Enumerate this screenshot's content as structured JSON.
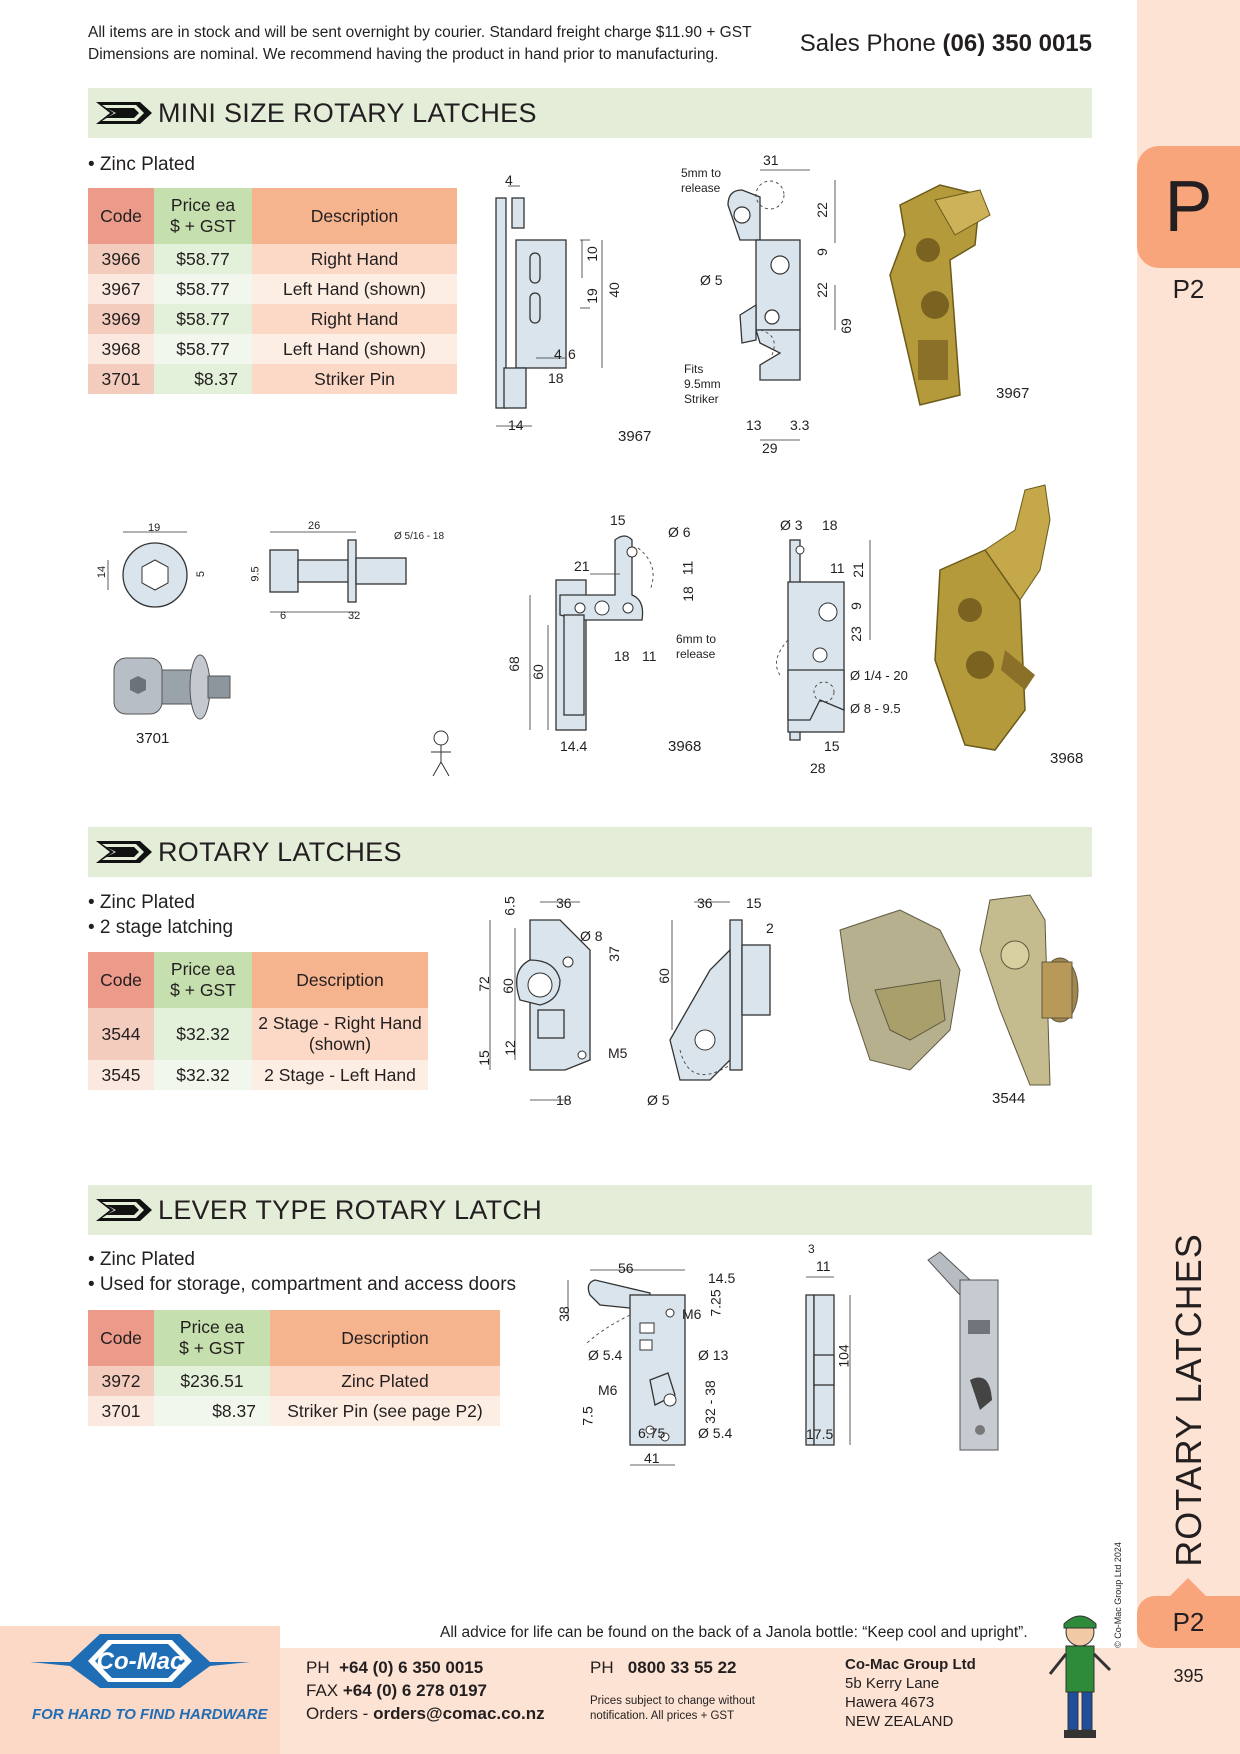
{
  "header": {
    "note_line1": "All items are in stock and will be sent overnight by courier. Standard freight charge $11.90 + GST",
    "note_line2": "Dimensions are nominal. We recommend having the product in hand prior to manufacturing.",
    "sales_label": "Sales Phone",
    "sales_number": "(06) 350 0015"
  },
  "side": {
    "letter": "P",
    "sub": "P2",
    "vertical_title": "ROTARY LATCHES",
    "copyright": "© Co-Mac Group Ltd 2024",
    "bottom_tab": "P2",
    "page_number": "395"
  },
  "table_headers": {
    "code": "Code",
    "price_line1": "Price ea",
    "price_line2": "$ + GST",
    "description": "Description"
  },
  "section1": {
    "title": "MINI SIZE ROTARY LATCHES",
    "bullet1": "• Zinc Plated",
    "rows": [
      {
        "code": "3966",
        "price": "$58.77",
        "desc": "Right Hand"
      },
      {
        "code": "3967",
        "price": "$58.77",
        "desc": "Left Hand (shown)"
      },
      {
        "code": "3969",
        "price": "$58.77",
        "desc": "Right Hand"
      },
      {
        "code": "3968",
        "price": "$58.77",
        "desc": "Left Hand (shown)"
      },
      {
        "code": "3701",
        "price": "$8.37",
        "desc": "Striker Pin"
      }
    ],
    "labels": {
      "d4": "4",
      "d10": "10",
      "d19": "19",
      "d40": "40",
      "d4b": "4",
      "d6": "6",
      "d18": "18",
      "d14": "14",
      "fig3967": "3967",
      "release1": "5mm to",
      "release2": "release",
      "d31": "31",
      "d22": "22",
      "d9": "9",
      "d22b": "22",
      "d69": "69",
      "dia5": "Ø 5",
      "fits1": "Fits",
      "fits2": "9.5mm",
      "fits3": "Striker",
      "d13": "13",
      "d33": "3.3",
      "d29": "29",
      "photo3967": "3967",
      "s19": "19",
      "s14": "14",
      "s5": "5",
      "s26": "26",
      "s516": "Ø 5/16 - 18",
      "s95": "9.5",
      "s6": "6",
      "s32": "32",
      "photo3701": "3701",
      "b15": "15",
      "b6": "Ø 6",
      "b21": "21",
      "b11": "11",
      "b18": "18",
      "b68": "68",
      "b60": "60",
      "b6mm1": "6mm to",
      "b6mm2": "release",
      "b18b": "18",
      "b11b": "11",
      "b144": "14.4",
      "fig3968": "3968",
      "c3": "Ø 3",
      "c18": "18",
      "c11": "11",
      "c21": "21",
      "c9": "9",
      "c23": "23",
      "c14": "Ø 1/4 - 20",
      "c8": "Ø 8 - 9.5",
      "c15": "15",
      "c28": "28",
      "photo3968": "3968"
    }
  },
  "section2": {
    "title": "ROTARY LATCHES",
    "bullet1": "• Zinc Plated",
    "bullet2": "• 2 stage latching",
    "rows": [
      {
        "code": "3544",
        "price": "$32.32",
        "desc1": "2 Stage - Right Hand",
        "desc2": "(shown)"
      },
      {
        "code": "3545",
        "price": "$32.32",
        "desc1": "2 Stage  - Left Hand",
        "desc2": ""
      }
    ],
    "labels": {
      "r65": "6.5",
      "r36": "36",
      "r8": "Ø 8",
      "r37": "37",
      "r72": "72",
      "r60": "60",
      "r15": "15",
      "r12": "12",
      "rm5": "M5",
      "r18": "18",
      "q36": "36",
      "q15": "15",
      "q2": "2",
      "q60": "60",
      "q5": "Ø 5",
      "photo3544": "3544"
    }
  },
  "section3": {
    "title": "LEVER TYPE ROTARY LATCH",
    "bullet1": "• Zinc Plated",
    "bullet2": "• Used for storage, compartment and access doors",
    "rows": [
      {
        "code": "3972",
        "price": "$236.51",
        "desc": "Zinc Plated"
      },
      {
        "code": "3701",
        "price": "$8.37",
        "desc": "Striker Pin (see page P2)"
      }
    ],
    "labels": {
      "l56": "56",
      "l145": "14.5",
      "l725": "7.25",
      "l38": "38",
      "lm6": "M6",
      "l54": "Ø 5.4",
      "l13": "Ø 13",
      "lm6b": "M6",
      "l3238": "32 - 38",
      "l75": "7.5",
      "l675": "6.75",
      "l54b": "Ø 5.4",
      "l41": "41",
      "k3": "3",
      "k11": "11",
      "k104": "104",
      "k175": "17.5"
    }
  },
  "footer": {
    "advice": "All advice for life can be found on the back of a Janola bottle: “Keep cool and upright”.",
    "logo_text": "Co-Mac",
    "tagline": "FOR HARD TO FIND HARDWARE",
    "ph_label": "PH",
    "ph_value": "+64 (0) 6 350 0015",
    "fax_label": "FAX",
    "fax_value": "+64 (0) 6 278 0197",
    "orders_label": "Orders -",
    "orders_value": "orders@comac.co.nz",
    "ph2_label": "PH",
    "ph2_value": "0800 33 55 22",
    "small1": "Prices subject to change without",
    "small2": "notification. All prices + GST",
    "company": "Co-Mac Group Ltd",
    "addr1": "5b Kerry Lane",
    "addr2": "Hawera 4673",
    "addr3": "NEW ZEALAND"
  },
  "colors": {
    "accent_orange": "#f9a57c",
    "section_green": "#e3edd8",
    "logo_blue": "#1f6db5"
  }
}
